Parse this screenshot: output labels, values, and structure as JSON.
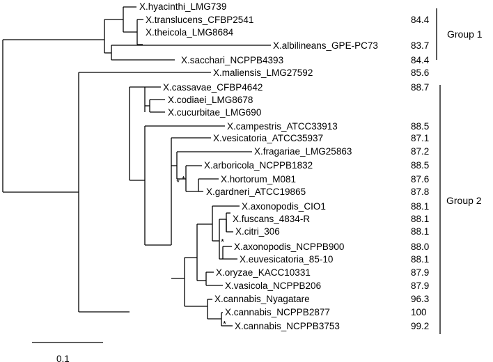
{
  "taxa": [
    {
      "label": "X.hyacinthi_LMG739",
      "value": ""
    },
    {
      "label": "X.translucens_CFBP2541",
      "value": "84.4"
    },
    {
      "label": "X.theicola_LMG8684",
      "value": ""
    },
    {
      "label": "X.albilineans_GPE-PC73",
      "value": "83.7"
    },
    {
      "label": "X.sacchari_NCPPB4393",
      "value": "84.4"
    },
    {
      "label": "X.maliensis_LMG27592",
      "value": "85.6"
    },
    {
      "label": "X.cassavae_CFBP4642",
      "value": "88.7"
    },
    {
      "label": "X.codiaei_LMG8678",
      "value": ""
    },
    {
      "label": "X.cucurbitae_LMG690",
      "value": ""
    },
    {
      "label": "X.campestris_ATCC33913",
      "value": "88.5"
    },
    {
      "label": "X.vesicatoria_ATCC35937",
      "value": "87.1"
    },
    {
      "label": "X.fragariae_LMG25863",
      "value": "87.2"
    },
    {
      "label": "X.arboricola_NCPPB1832",
      "value": "88.5"
    },
    {
      "label": "X.hortorum_M081",
      "value": "87.6"
    },
    {
      "label": "X.gardneri_ATCC19865",
      "value": "87.8"
    },
    {
      "label": "X.axonopodis_CIO1",
      "value": "88.1"
    },
    {
      "label": "X.fuscans_4834-R",
      "value": "88.1"
    },
    {
      "label": "X.citri_306",
      "value": "88.1"
    },
    {
      "label": "X.axonopodis_NCPPB900",
      "value": "88.0"
    },
    {
      "label": "X.euvesicatoria_85-10",
      "value": "88.1"
    },
    {
      "label": "X.oryzae_KACC10331",
      "value": "87.9"
    },
    {
      "label": "X.vasicola_NCPPB206",
      "value": "87.9"
    },
    {
      "label": "X.cannabis_Nyagatare",
      "value": "96.3"
    },
    {
      "label": "X.cannabis_NCPPB2877",
      "value": "100"
    },
    {
      "label": "X.cannabis_NCPPB3753",
      "value": "99.2"
    }
  ],
  "groups": [
    {
      "label": "Group 1"
    },
    {
      "label": "Group 2"
    }
  ],
  "support_marks": [
    "*",
    "*",
    "*",
    "*"
  ],
  "scale_bar": {
    "label": "0.1"
  }
}
